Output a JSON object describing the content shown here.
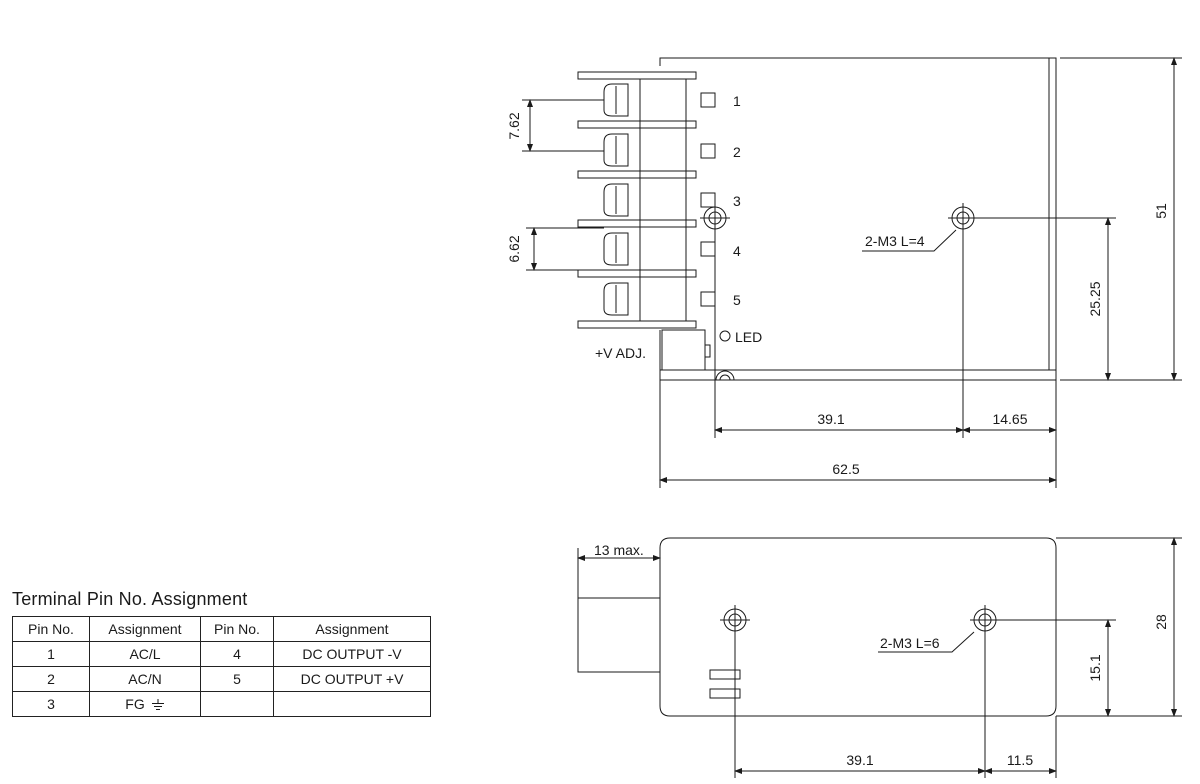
{
  "top_view": {
    "pin_labels": [
      "1",
      "2",
      "3",
      "4",
      "5"
    ],
    "led_label": "LED",
    "vadj_label": "+V ADJ.",
    "mount_label": "2-M3 L=4",
    "dims": {
      "terminal_pitch": "7.62",
      "terminal_pitch2": "6.62",
      "height": "51",
      "hole_height": "25.25",
      "hole_spacing": "39.1",
      "hole_edge": "14.65",
      "width": "62.5"
    }
  },
  "side_view": {
    "mount_label": "2-M3 L=6",
    "dims": {
      "terminal_max": "13 max.",
      "height": "28",
      "hole_height": "15.1",
      "hole_spacing": "39.1",
      "hole_edge": "11.5"
    }
  },
  "pin_table": {
    "title": "Terminal Pin No.  Assignment",
    "headers": [
      "Pin No.",
      "Assignment",
      "Pin No.",
      "Assignment"
    ],
    "rows": [
      [
        "1",
        "AC/L",
        "4",
        "DC OUTPUT -V"
      ],
      [
        "2",
        "AC/N",
        "5",
        "DC OUTPUT +V"
      ],
      [
        "3",
        "FG",
        "",
        ""
      ]
    ]
  }
}
